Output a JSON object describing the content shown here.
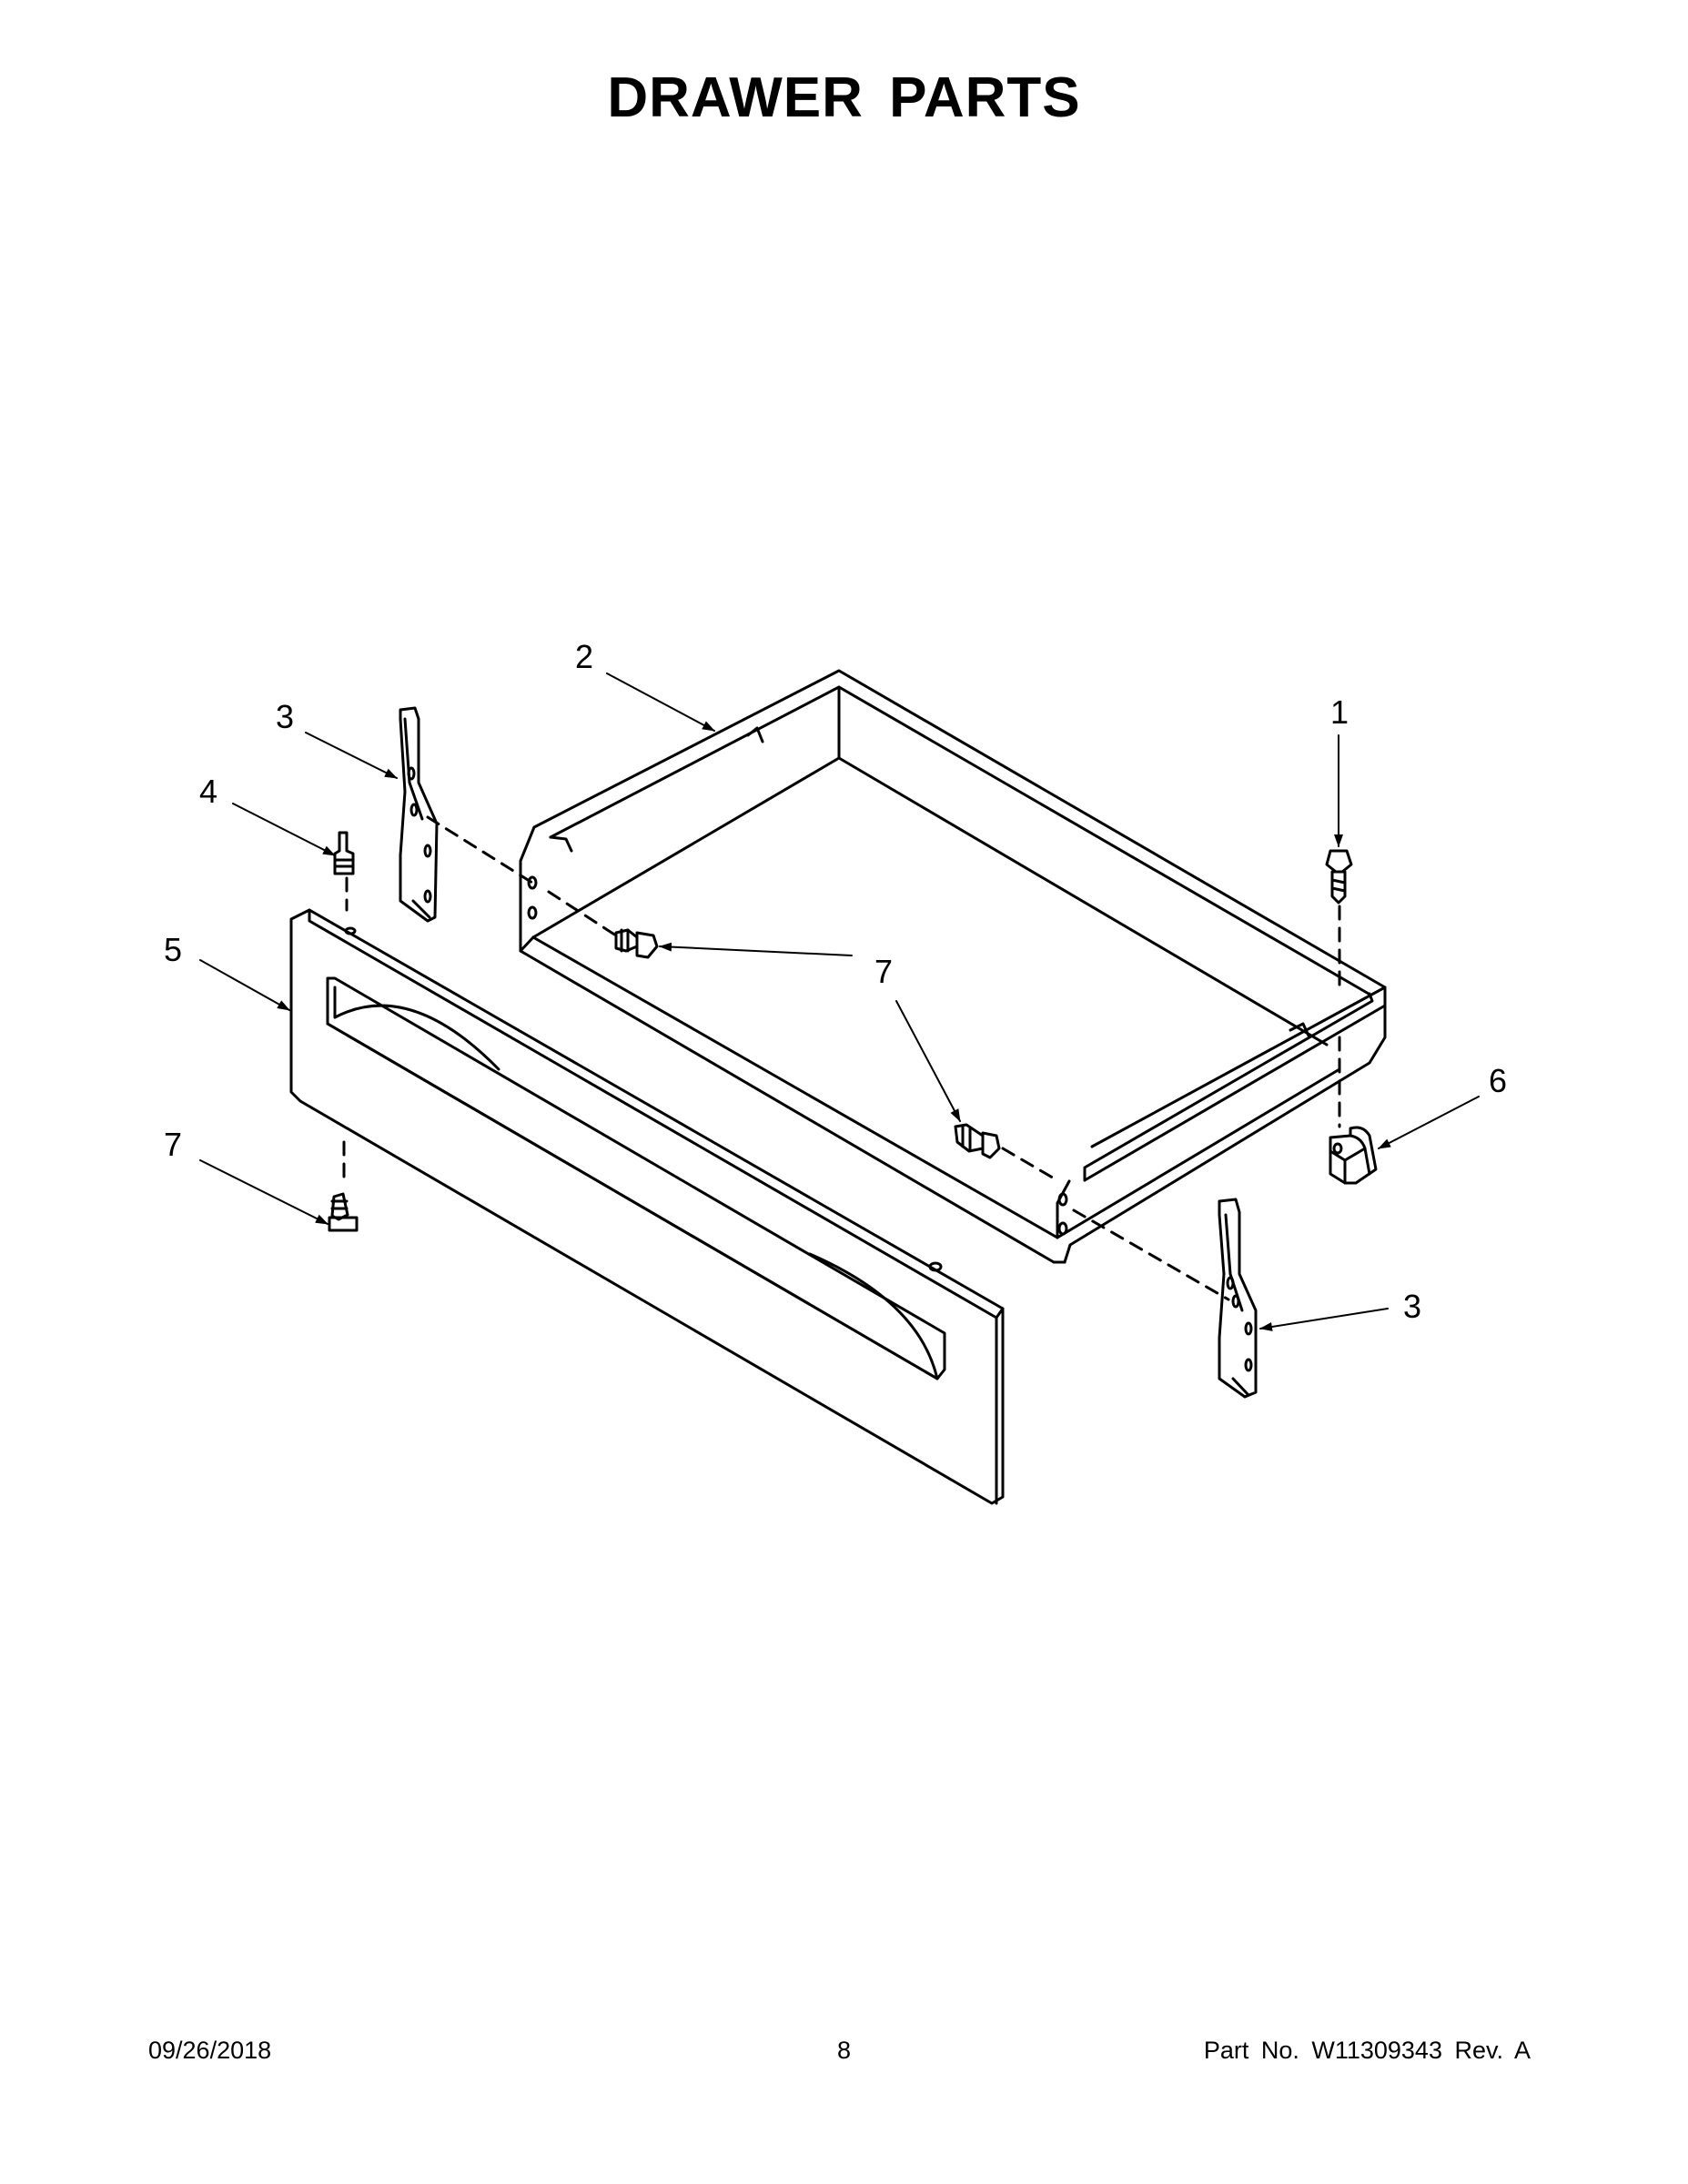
{
  "page": {
    "title": "DRAWER PARTS"
  },
  "callouts": {
    "c1": "1",
    "c2": "2",
    "c3_left": "3",
    "c3_right": "3",
    "c4": "4",
    "c5": "5",
    "c6": "6",
    "c7_center": "7",
    "c7_left": "7"
  },
  "footer": {
    "date": "09/26/2018",
    "page_number": "8",
    "part_info": "Part No.  W11309343  Rev.  A"
  },
  "colors": {
    "line": "#000000",
    "background": "#ffffff"
  }
}
